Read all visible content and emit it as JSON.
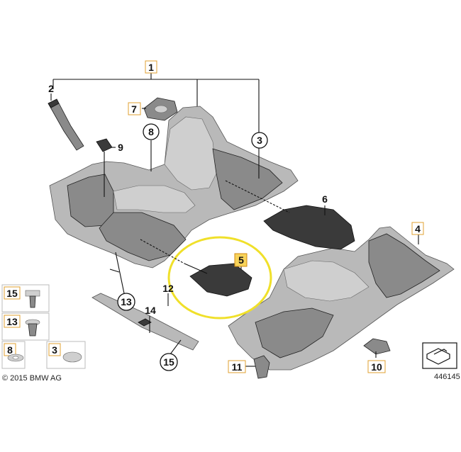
{
  "copyright": "© 2015 BMW AG",
  "image_number": "446145",
  "callouts": {
    "c1": "1",
    "c2": "2",
    "c3": "3",
    "c4": "4",
    "c5": "5",
    "c6": "6",
    "c7": "7",
    "c8": "8",
    "c9": "9",
    "c10": "10",
    "c11": "11",
    "c12": "12",
    "c13": "13",
    "c14": "14",
    "c15": "15"
  },
  "legend": {
    "l15": "15",
    "l13": "13",
    "l8": "8",
    "l3": "3"
  },
  "highlight_color": "#f7e83a",
  "label_border_color": "#e0a030"
}
